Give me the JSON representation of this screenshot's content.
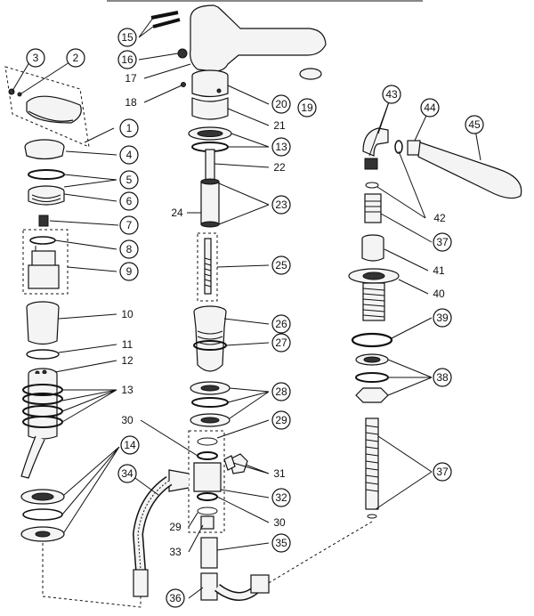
{
  "callouts": [
    {
      "n": "1",
      "circled": true
    },
    {
      "n": "2",
      "circled": true
    },
    {
      "n": "3",
      "circled": true
    },
    {
      "n": "4",
      "circled": true
    },
    {
      "n": "5",
      "circled": true
    },
    {
      "n": "6",
      "circled": true
    },
    {
      "n": "7",
      "circled": true
    },
    {
      "n": "8",
      "circled": true
    },
    {
      "n": "9",
      "circled": true
    },
    {
      "n": "10",
      "circled": false
    },
    {
      "n": "11",
      "circled": false
    },
    {
      "n": "12",
      "circled": false
    },
    {
      "n": "13",
      "circled": false
    },
    {
      "n": "14",
      "circled": true
    },
    {
      "n": "15",
      "circled": true
    },
    {
      "n": "16",
      "circled": true
    },
    {
      "n": "17",
      "circled": false
    },
    {
      "n": "18",
      "circled": false
    },
    {
      "n": "19",
      "circled": true
    },
    {
      "n": "20",
      "circled": true
    },
    {
      "n": "21",
      "circled": false
    },
    {
      "n": "13b",
      "label": "13",
      "circled": true
    },
    {
      "n": "22",
      "circled": false
    },
    {
      "n": "23",
      "circled": true
    },
    {
      "n": "24",
      "circled": false
    },
    {
      "n": "25",
      "circled": true
    },
    {
      "n": "26",
      "circled": true
    },
    {
      "n": "27",
      "circled": true
    },
    {
      "n": "28",
      "circled": true
    },
    {
      "n": "29",
      "circled": true
    },
    {
      "n": "30",
      "circled": false
    },
    {
      "n": "31",
      "circled": false
    },
    {
      "n": "32",
      "circled": true
    },
    {
      "n": "29b",
      "label": "29",
      "circled": false
    },
    {
      "n": "30b",
      "label": "30",
      "circled": false
    },
    {
      "n": "33",
      "circled": false
    },
    {
      "n": "34",
      "circled": true
    },
    {
      "n": "35",
      "circled": true
    },
    {
      "n": "36",
      "circled": true
    },
    {
      "n": "37",
      "circled": true
    },
    {
      "n": "38",
      "circled": true
    },
    {
      "n": "39",
      "circled": true
    },
    {
      "n": "40",
      "circled": false
    },
    {
      "n": "41",
      "circled": false
    },
    {
      "n": "42",
      "circled": false
    },
    {
      "n": "37b",
      "label": "37",
      "circled": true
    },
    {
      "n": "43",
      "circled": true
    },
    {
      "n": "44",
      "circled": true
    },
    {
      "n": "45",
      "circled": true
    }
  ]
}
